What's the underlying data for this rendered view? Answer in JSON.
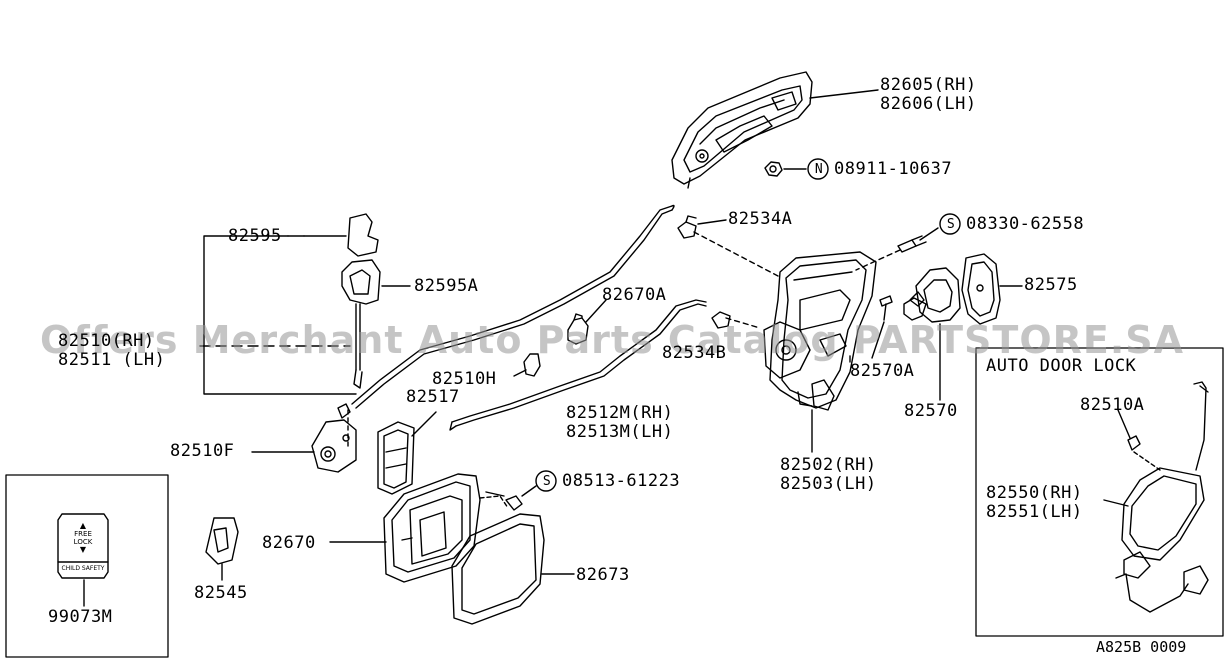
{
  "parts": {
    "p82605": "82605(RH)",
    "p82606": "82606(LH)",
    "p08911": "08911-10637",
    "p82534A": "82534A",
    "p08330": "08330-62558",
    "p82595": "82595",
    "p82595A": "82595A",
    "p82575": "82575",
    "p82670A": "82670A",
    "p82510_rh": "82510(RH)",
    "p82511_lh": "82511 (LH)",
    "p82534B": "82534B",
    "p82510H": "82510H",
    "p82570A": "82570A",
    "p82517": "82517",
    "p82570": "82570",
    "p82512M": "82512M(RH)",
    "p82513M": "82513M(LH)",
    "p82510F": "82510F",
    "p82502": "82502(RH)",
    "p82503": "82503(LH)",
    "p08513": "08513-61223",
    "p82670": "82670",
    "p82545": "82545",
    "p82673": "82673",
    "p99073M": "99073M",
    "p82510A": "82510A",
    "p82550": "82550(RH)",
    "p82551": "82551(LH)"
  },
  "symbols": {
    "n": "N",
    "s1": "S",
    "s2": "S"
  },
  "auto_door_lock": {
    "title": "AUTO DOOR LOCK"
  },
  "child_lock": {
    "line1": "FREE",
    "line2": "LOCK",
    "line3": "CHILD SAFETY"
  },
  "figure_code": "A825B 0009",
  "watermark": "Offers Merchant Auto Parts Catalog PARTSTORE.SA"
}
